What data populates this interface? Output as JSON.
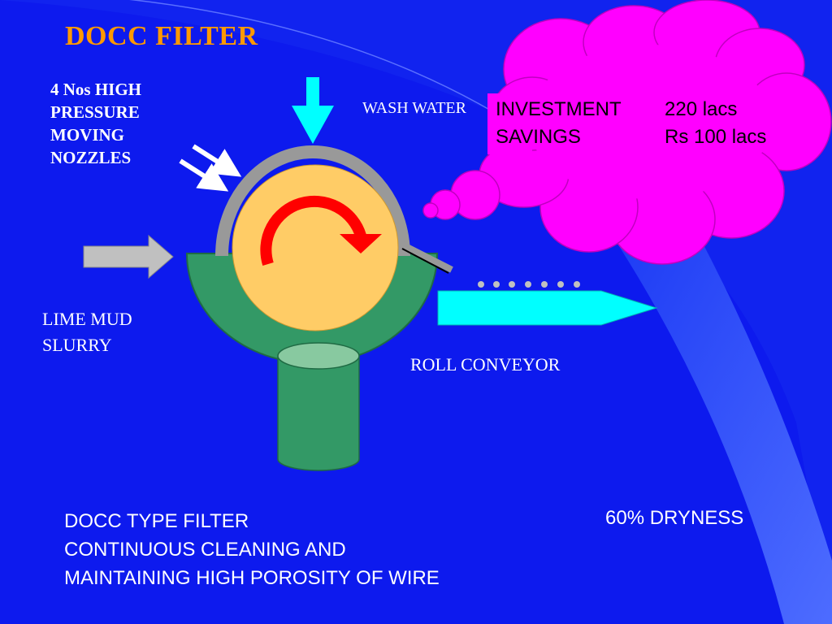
{
  "title": "DOCC   FILTER",
  "nozzles_label": [
    "4  Nos  HIGH",
    "PRESSURE",
    "MOVING",
    "NOZZLES"
  ],
  "wash_water_label": "WASH  WATER",
  "lime_mud_label": [
    "LIME MUD",
    "SLURRY"
  ],
  "roll_conveyor_label": "ROLL CONVEYOR",
  "thought_bubble": {
    "rows": [
      {
        "label": "INVESTMENT",
        "value": "220 lacs"
      },
      {
        "label": "SAVINGS",
        "value": "Rs 100 lacs"
      }
    ]
  },
  "bottom_text": [
    "DOCC TYPE  FILTER",
    "CONTINUOUS CLEANING AND",
    "MAINTAINING HIGH POROSITY OF WIRE"
  ],
  "dryness_label": "60% DRYNESS",
  "colors": {
    "background": "#0d1aee",
    "title": "#ff9900",
    "drum": "#ffcc66",
    "vat": "#339966",
    "vat_top": "#88c9a0",
    "hood": "#999999",
    "rotation_arrow": "#ff0000",
    "wash_arrow": "#00ffff",
    "conveyor": "#00ffff",
    "bubble": "#ff00ff",
    "slurry_arrow": "#c0c0c0"
  }
}
